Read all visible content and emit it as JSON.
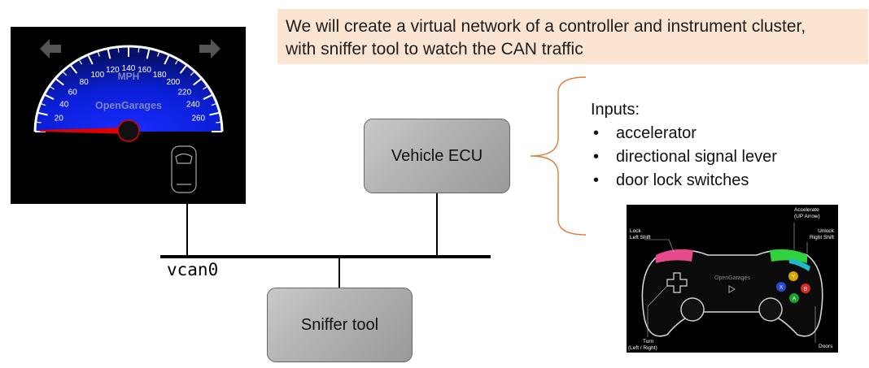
{
  "banner": {
    "line1": "We will create a virtual network of a controller and instrument cluster,",
    "line2": "with sniffer tool to watch the CAN traffic"
  },
  "nodes": {
    "ecu": "Vehicle ECU",
    "sniffer": "Sniffer tool",
    "bus": "vcan0"
  },
  "inputs": {
    "title": "Inputs:",
    "items": [
      "accelerator",
      "directional signal lever",
      "door lock switches"
    ]
  },
  "cluster": {
    "unit": "MPH",
    "brand": "OpenGarages",
    "ticks": [
      "20",
      "40",
      "60",
      "80",
      "100",
      "120",
      "140",
      "160",
      "180",
      "200",
      "220",
      "240",
      "260"
    ],
    "colors": {
      "face": "#0a1fd8",
      "needle": "#e00000"
    }
  },
  "controller": {
    "brand": "OpenGarages",
    "labels": {
      "lock_l1": "Lock",
      "lock_l2": "Left Shift",
      "accel_l1": "Accelerate",
      "accel_l2": "(UP Arrow)",
      "unlock_l1": "Unlock",
      "unlock_l2": "Right Shift",
      "turn_l1": "Turn",
      "turn_l2": "(Left / Right)",
      "doors": "Doors"
    },
    "buttons": {
      "y": "Y",
      "x": "X",
      "b": "B",
      "a": "A"
    }
  }
}
